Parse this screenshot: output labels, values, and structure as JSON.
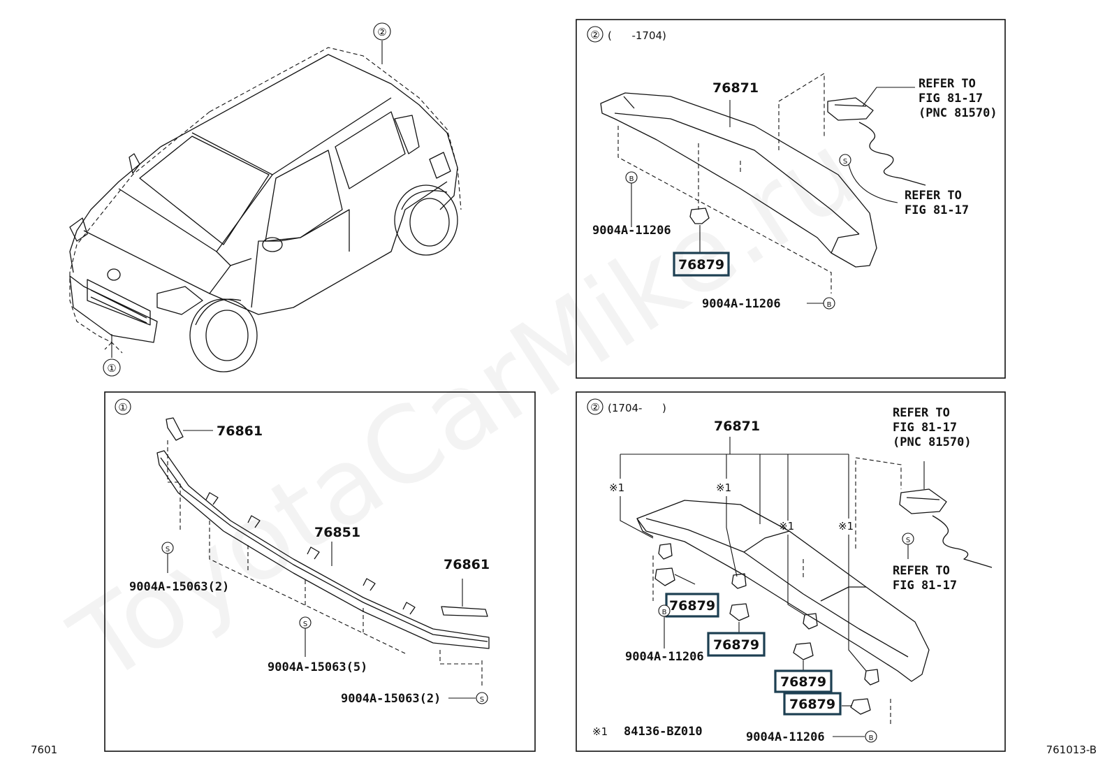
{
  "overview": {
    "callout_front": "①",
    "callout_rear": "②"
  },
  "watermark": "ToyotaCarMike.ru",
  "footer": {
    "left_code": "7601",
    "right_code": "761013-B"
  },
  "panel_top_right": {
    "callout": "②",
    "range": "(      -1704)",
    "spoiler_part": "76871",
    "clip_part": "76879",
    "clip_symbol": "B",
    "clip_label_left": "9004A-11206",
    "clip_label_right": "9004A-11206",
    "screw_symbol": "S",
    "refer_lamp": [
      "REFER TO",
      "FIG 81-17",
      "(PNC 81570)"
    ],
    "refer_wire": [
      "REFER TO",
      "FIG 81-17"
    ]
  },
  "panel_bottom_left": {
    "callout": "①",
    "bracket_part_top": "76861",
    "bracket_part_right": "76861",
    "spoiler_part": "76851",
    "screw_symbol": "S",
    "screw_label_1": "9004A-15063(2)",
    "screw_label_2": "9004A-15063(5)",
    "screw_label_3": "9004A-15063(2)"
  },
  "panel_bottom_right": {
    "callout": "②",
    "range": "(1704-      )",
    "spoiler_part": "76871",
    "note_mark": "※1",
    "clip_parts": [
      "76879",
      "76879",
      "76879",
      "76879"
    ],
    "clip_symbol": "B",
    "clip_label_1": "9004A-11206",
    "clip_label_2": "9004A-11206",
    "screw_symbol": "S",
    "refer_lamp": [
      "REFER TO",
      "FIG 81-17",
      "(PNC 81570)"
    ],
    "refer_wire": [
      "REFER TO",
      "FIG 81-17"
    ],
    "footnote_mark": "※1",
    "footnote_part": "84136-BZ010"
  }
}
